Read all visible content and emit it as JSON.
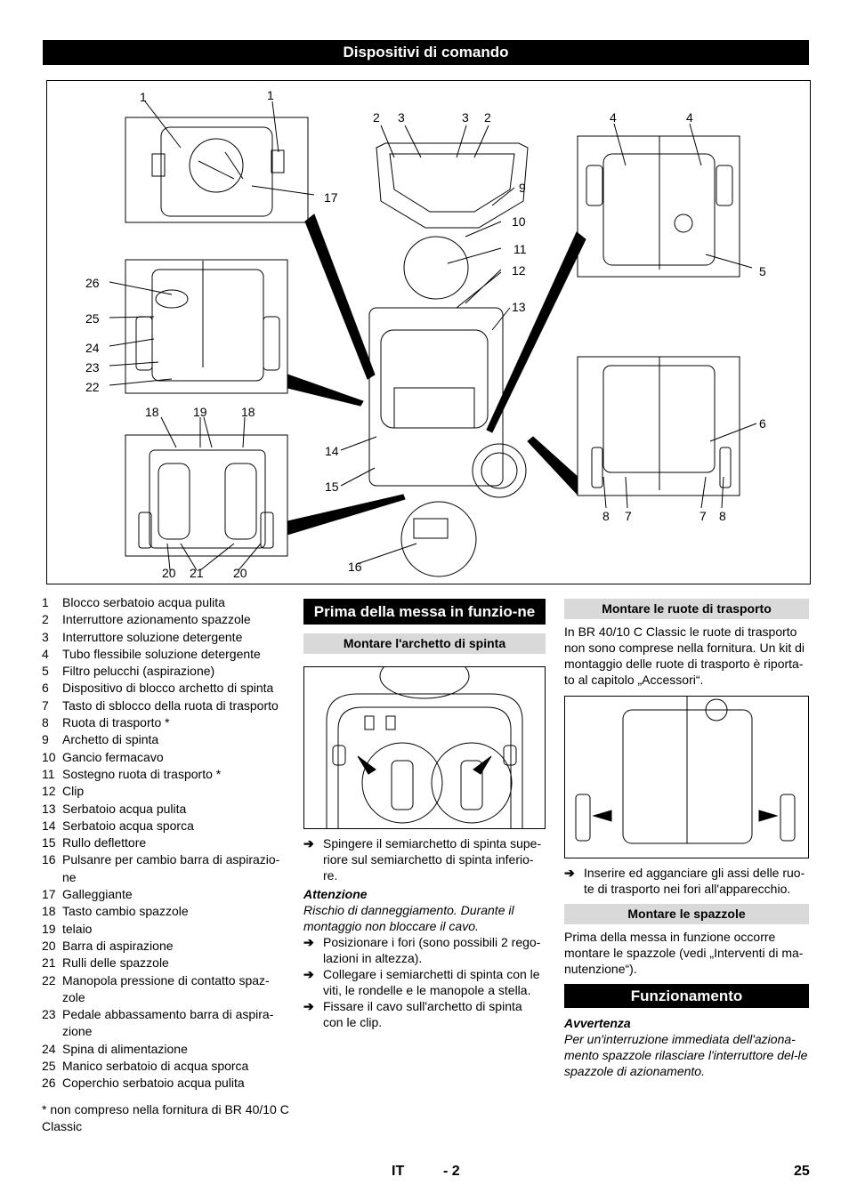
{
  "header": {
    "title": "Dispositivi di comando"
  },
  "figure_callouts": {
    "c1a": "1",
    "c1b": "1",
    "c17": "17",
    "c2a": "2",
    "c3a": "3",
    "c3b": "3",
    "c2b": "2",
    "c9": "9",
    "c10": "10",
    "c11": "11",
    "c12": "12",
    "c13": "13",
    "c4a": "4",
    "c4b": "4",
    "c5": "5",
    "c26": "26",
    "c25": "25",
    "c24": "24",
    "c23": "23",
    "c22": "22",
    "c18a": "18",
    "c19": "19",
    "c18b": "18",
    "c20a": "20",
    "c21": "21",
    "c20b": "20",
    "c14": "14",
    "c15": "15",
    "c16": "16",
    "c6": "6",
    "c8a": "8",
    "c7a": "7",
    "c7b": "7",
    "c8b": "8"
  },
  "legend": [
    {
      "n": "1",
      "t": "Blocco serbatoio acqua pulita"
    },
    {
      "n": "2",
      "t": "Interruttore azionamento spazzole"
    },
    {
      "n": "3",
      "t": "Interruttore soluzione detergente"
    },
    {
      "n": "4",
      "t": "Tubo flessibile soluzione detergente"
    },
    {
      "n": "5",
      "t": "Filtro pelucchi (aspirazione)"
    },
    {
      "n": "6",
      "t": "Dispositivo di blocco archetto di spinta"
    },
    {
      "n": "7",
      "t": "Tasto di sblocco della ruota di trasporto"
    },
    {
      "n": "8",
      "t": "Ruota di trasporto *"
    },
    {
      "n": "9",
      "t": "Archetto di spinta"
    },
    {
      "n": "10",
      "t": "Gancio fermacavo"
    },
    {
      "n": "11",
      "t": "Sostegno ruota di trasporto *"
    },
    {
      "n": "12",
      "t": "Clip"
    },
    {
      "n": "13",
      "t": "Serbatoio acqua pulita"
    },
    {
      "n": "14",
      "t": "Serbatoio acqua sporca"
    },
    {
      "n": "15",
      "t": "Rullo deflettore"
    },
    {
      "n": "16",
      "t": "Pulsanre per cambio barra di aspirazio-ne"
    },
    {
      "n": "17",
      "t": "Galleggiante"
    },
    {
      "n": "18",
      "t": "Tasto cambio spazzole"
    },
    {
      "n": "19",
      "t": "telaio"
    },
    {
      "n": "20",
      "t": "Barra di aspirazione"
    },
    {
      "n": "21",
      "t": "Rulli delle spazzole"
    },
    {
      "n": "22",
      "t": "Manopola pressione di contatto spaz-zole"
    },
    {
      "n": "23",
      "t": "Pedale abbassamento barra di aspira-zione"
    },
    {
      "n": "24",
      "t": "Spina di alimentazione"
    },
    {
      "n": "25",
      "t": "Manico serbatoio di acqua sporca"
    },
    {
      "n": "26",
      "t": "Coperchio serbatoio acqua pulita"
    }
  ],
  "footnote": "* non compreso nella fornitura di BR 40/10 C Classic",
  "col2": {
    "heading": "Prima della messa in funzio-ne",
    "sub1": "Montare l'archetto di spinta",
    "arrow": "➔",
    "step1": "Spingere il semiarchetto di spinta supe-riore sul semiarchetto di spinta inferio-re.",
    "warn_title": "Attenzione",
    "warn_text": "Rischio di danneggiamento. Durante il montaggio non bloccare il cavo.",
    "step2": "Posizionare i fori (sono possibili 2 rego-lazioni in altezza).",
    "step3": "Collegare i semiarchetti di spinta con le viti, le rondelle e le manopole a stella.",
    "step4": "Fissare il cavo sull'archetto di spinta con le clip."
  },
  "col3": {
    "sub1": "Montare le ruote di trasporto",
    "para1": "In BR 40/10 C Classic le ruote di trasporto non sono comprese nella fornitura. Un kit di montaggio delle ruote di trasporto è riporta-to al capitolo „Accessori“.",
    "step1": "Inserire ed agganciare gli assi delle ruo-te di trasporto nei fori all'apparecchio.",
    "sub2": "Montare le spazzole",
    "para2": "Prima della messa in funzione occorre montare le spazzole (vedi „Interventi di ma-nutenzione“).",
    "heading2": "Funzionamento",
    "note_title": "Avvertenza",
    "note_text": "Per un'interruzione immediata dell'aziona-mento spazzole rilasciare l'interruttore del-le spazzole di azionamento."
  },
  "footer": {
    "lang": "IT",
    "section": "- 2",
    "page": "25"
  }
}
